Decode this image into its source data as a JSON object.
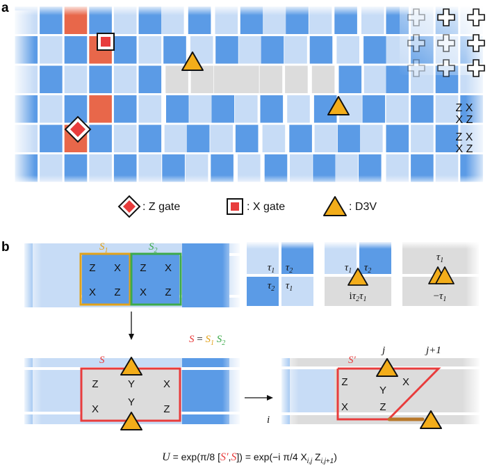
{
  "panels": {
    "a": "a",
    "b": "b"
  },
  "legend": [
    {
      "icon": "diamond-icon",
      "text": ": Z gate"
    },
    {
      "icon": "square-icon",
      "text": ": X gate"
    },
    {
      "icon": "triangle-icon",
      "text": ": D3V"
    }
  ],
  "panel_a": {
    "stabilizer_lines": [
      "Z X",
      "X Z",
      "Z X",
      "X Z"
    ]
  },
  "panel_b": {
    "S1": {
      "letter": "S",
      "sub": "1"
    },
    "S2": {
      "letter": "S",
      "sub": "2"
    },
    "S1_cells": [
      "Z",
      "X",
      "X",
      "Z"
    ],
    "S2_cells": [
      "Z",
      "X",
      "X",
      "Z"
    ],
    "tau1": "τ",
    "tau_sub1": "1",
    "tau_sub2": "2",
    "i_prefix": "i",
    "minus": "−",
    "merge_eq": {
      "lhs": "S",
      "eq": " = "
    },
    "S_label": "S",
    "S_prime_label": "S′",
    "S_cells": [
      "Z",
      "Y",
      "X",
      "X",
      "Y",
      "Z"
    ],
    "S_prime_cells": [
      "Z",
      "Y",
      "X",
      "X",
      "Z"
    ],
    "j": "j",
    "j_plus": "j+1",
    "i": "i"
  },
  "equation": {
    "U": "U",
    "part1": " = exp(π/8 [",
    "Sprime": "S′",
    "comma": ",",
    "S": "S",
    "part2": "]) = exp(−i π/4 X",
    "sub_ij": "i,j",
    "mid": " Z",
    "sub_ij1": "i,j+1",
    "close": ")"
  },
  "colors": {
    "dark_blue": "#5b9be6",
    "light_blue": "#c7dcf6",
    "grey": "#dcdcdc",
    "orange": "#e8674a",
    "red": "#e83c3c",
    "yellow": "#f3ad1a",
    "gold": "#e2a21b",
    "green": "#3daa4b",
    "brown": "#b8782a"
  }
}
